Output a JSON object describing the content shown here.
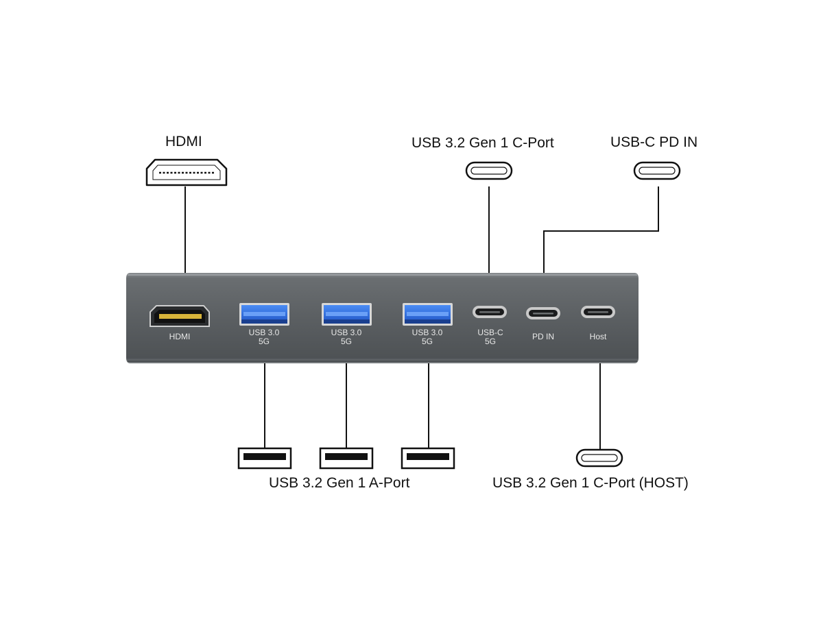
{
  "callouts": {
    "hdmi": "HDMI",
    "usb_c_port": "USB 3.2 Gen 1 C-Port",
    "usb_c_pd_in": "USB-C PD IN",
    "usb_a_port": "USB 3.2 Gen 1 A-Port",
    "usb_c_host": "USB 3.2 Gen 1 C-Port (HOST)"
  },
  "hub_ports": [
    {
      "id": "hdmi",
      "line1": "HDMI",
      "line2": ""
    },
    {
      "id": "usb-a-1",
      "line1": "USB 3.0",
      "line2": "5G"
    },
    {
      "id": "usb-a-2",
      "line1": "USB 3.0",
      "line2": "5G"
    },
    {
      "id": "usb-a-3",
      "line1": "USB 3.0",
      "line2": "5G"
    },
    {
      "id": "usb-c",
      "line1": "USB-C",
      "line2": "5G"
    },
    {
      "id": "pd-in",
      "line1": "PD IN",
      "line2": ""
    },
    {
      "id": "host",
      "line1": "Host",
      "line2": ""
    }
  ],
  "colors": {
    "hub_body": "#5f6366",
    "usb3_blue": "#2f6fe0",
    "hdmi_gold": "#d8b43a",
    "line": "#111111"
  }
}
